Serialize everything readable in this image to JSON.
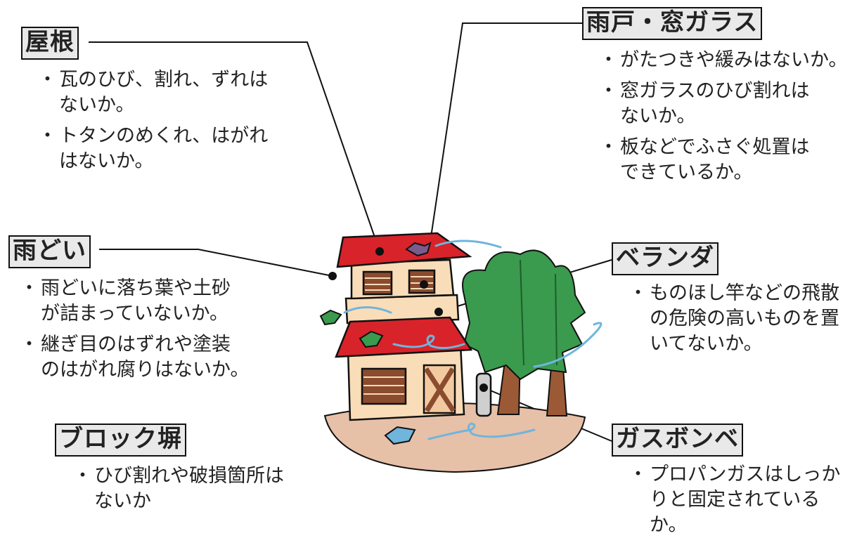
{
  "sections": {
    "roof": {
      "label": "屋根",
      "items": [
        "瓦のひび、割れ、ずれは\nないか。",
        "トタンのめくれ、はがれ\nはないか。"
      ]
    },
    "gutter": {
      "label": "雨どい",
      "items": [
        "雨どいに落ち葉や土砂\nが詰まっていないか。",
        "継ぎ目のはずれや塗装\nのはがれ腐りはないか。"
      ]
    },
    "wall": {
      "label": "ブロック塀",
      "items": [
        "ひび割れや破損箇所は\nないか"
      ]
    },
    "window": {
      "label": "雨戸・窓ガラス",
      "items": [
        "がたつきや緩みはないか。",
        "窓ガラスのひび割れは\nないか。",
        "板などでふさぐ処置は\nできているか。"
      ]
    },
    "veranda": {
      "label": "ベランダ",
      "items": [
        "ものほし竿などの飛散\nの危険の高いものを置\nいてないか。"
      ]
    },
    "gas": {
      "label": "ガスボンベ",
      "items": [
        "プロパンガスはしっか\nりと固定されているか。"
      ]
    }
  },
  "colors": {
    "roof": "#d8232a",
    "wall": "#f8ddb8",
    "shutter": "#8a4b2e",
    "tree": "#3a9a4e",
    "trunk": "#9b5a35",
    "ground": "#e7c0a8",
    "wind": "#6fb5dc"
  }
}
